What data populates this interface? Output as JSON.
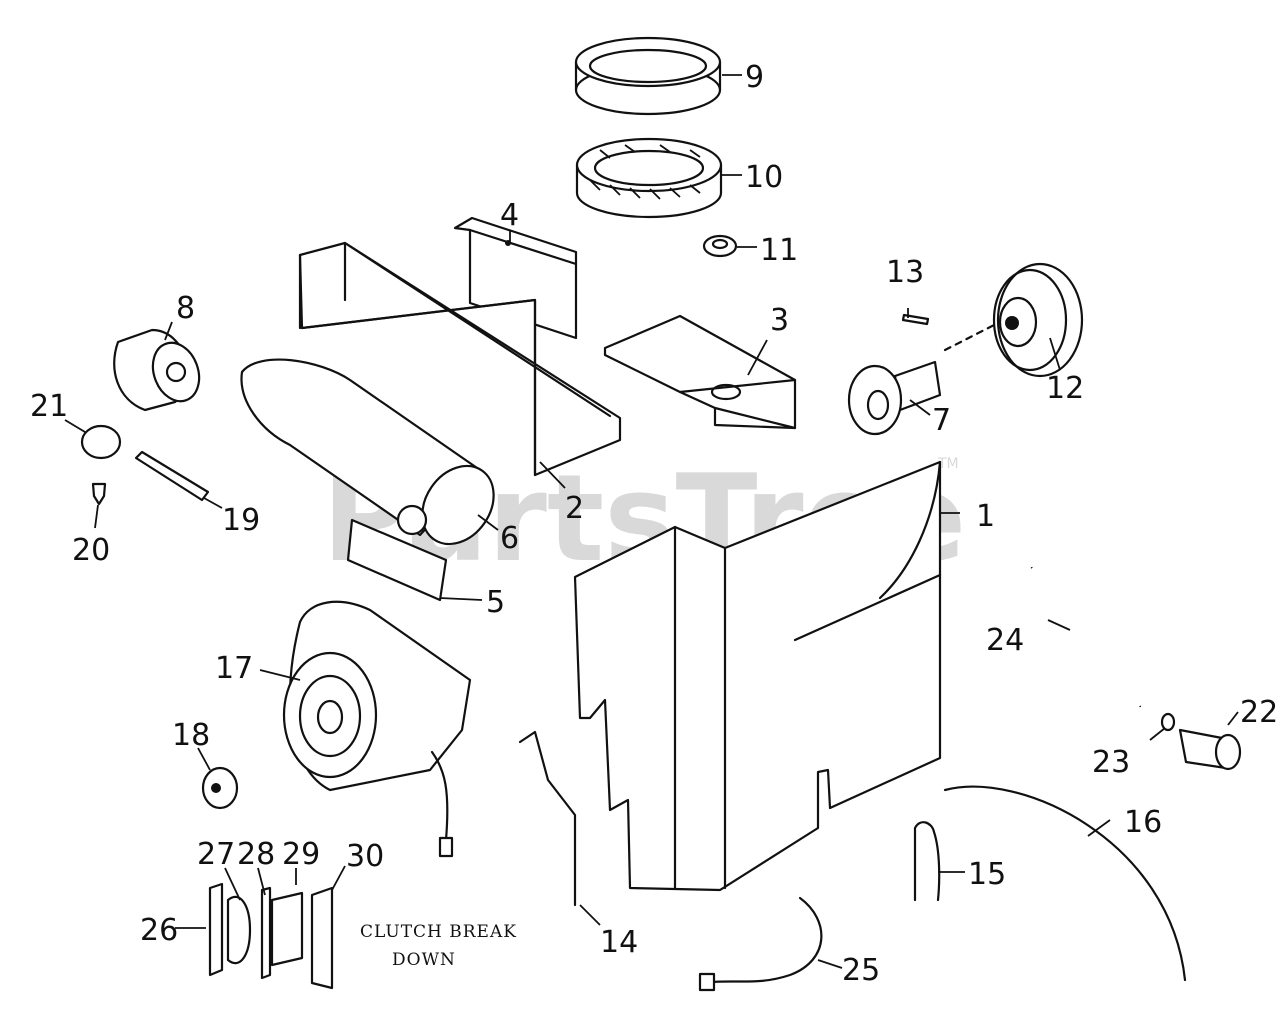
{
  "watermark": {
    "text": "PartsTree",
    "tm": "TM"
  },
  "note": {
    "line1": "CLUTCH BREAK",
    "line2": "DOWN"
  },
  "callouts": [
    {
      "id": "c1",
      "label": "1"
    },
    {
      "id": "c2",
      "label": "2"
    },
    {
      "id": "c3",
      "label": "3"
    },
    {
      "id": "c4",
      "label": "4"
    },
    {
      "id": "c5",
      "label": "5"
    },
    {
      "id": "c6",
      "label": "6"
    },
    {
      "id": "c7",
      "label": "7"
    },
    {
      "id": "c8",
      "label": "8"
    },
    {
      "id": "c9",
      "label": "9"
    },
    {
      "id": "c10",
      "label": "10"
    },
    {
      "id": "c11",
      "label": "11"
    },
    {
      "id": "c12",
      "label": "12"
    },
    {
      "id": "c13",
      "label": "13"
    },
    {
      "id": "c14",
      "label": "14"
    },
    {
      "id": "c15",
      "label": "15"
    },
    {
      "id": "c16",
      "label": "16"
    },
    {
      "id": "c17",
      "label": "17"
    },
    {
      "id": "c18",
      "label": "18"
    },
    {
      "id": "c19",
      "label": "19"
    },
    {
      "id": "c20",
      "label": "20"
    },
    {
      "id": "c21",
      "label": "21"
    },
    {
      "id": "c22",
      "label": "22"
    },
    {
      "id": "c23",
      "label": "23"
    },
    {
      "id": "c24",
      "label": "24"
    },
    {
      "id": "c25",
      "label": "25"
    },
    {
      "id": "c26",
      "label": "26"
    },
    {
      "id": "c27",
      "label": "27"
    },
    {
      "id": "c28",
      "label": "28"
    },
    {
      "id": "c29",
      "label": "29"
    },
    {
      "id": "c30",
      "label": "30"
    }
  ]
}
